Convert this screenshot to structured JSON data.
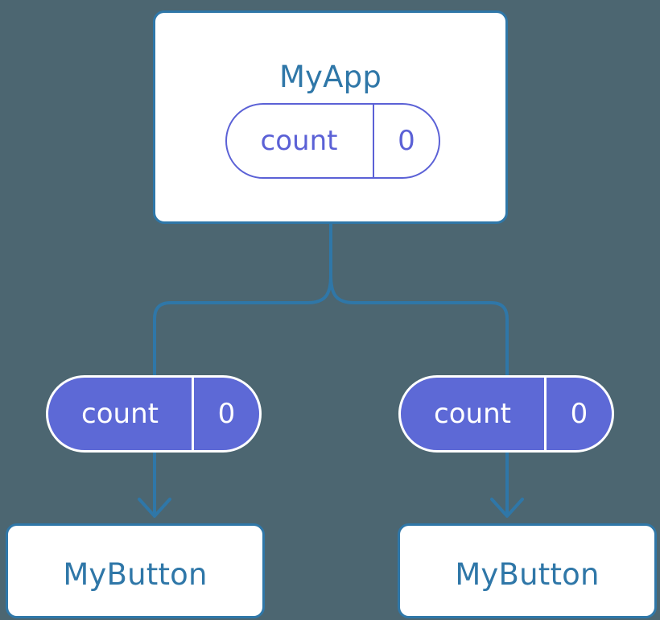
{
  "diagram": {
    "type": "react-component-tree",
    "background_color": "#4c6671",
    "colors": {
      "component_border": "#2f77a8",
      "component_text": "#2f77a8",
      "component_fill": "#ffffff",
      "state_outline": "#5b61d6",
      "props_fill": "#5d69d6",
      "props_text": "#ffffff",
      "connector": "#2f77a8"
    },
    "root": {
      "title": "MyApp",
      "state": {
        "key": "count",
        "value": "0"
      }
    },
    "children": [
      {
        "id": "left",
        "title": "MyButton",
        "props": {
          "key": "count",
          "value": "0"
        }
      },
      {
        "id": "right",
        "title": "MyButton",
        "props": {
          "key": "count",
          "value": "0"
        }
      }
    ]
  }
}
